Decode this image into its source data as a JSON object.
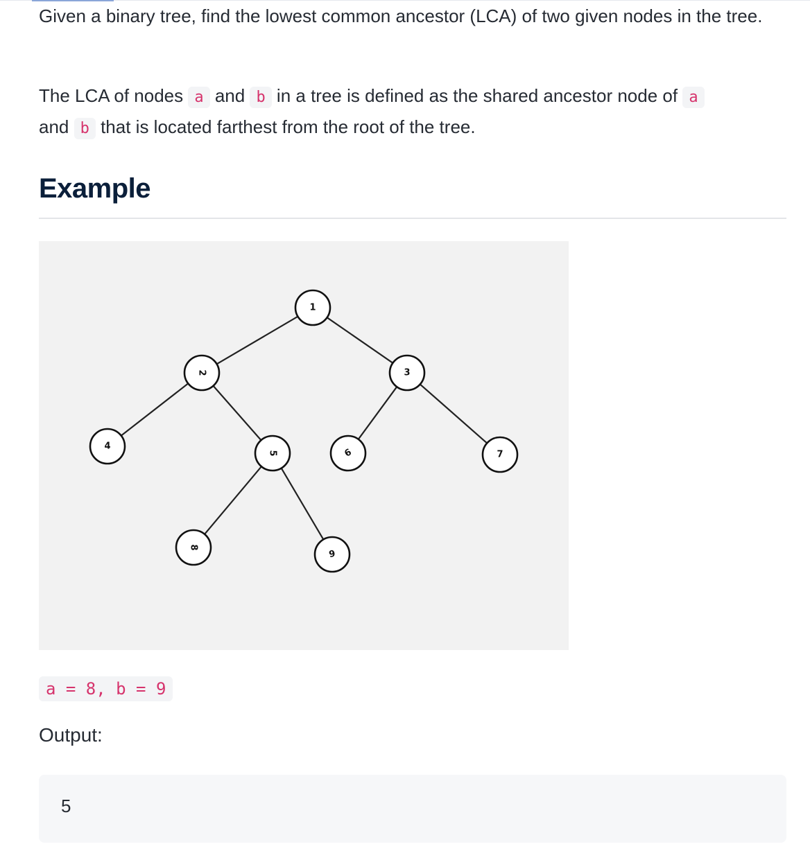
{
  "problem": {
    "intro": {
      "text": "Given a binary tree, find the lowest common ancestor (LCA) of two given nodes in the tree."
    },
    "definition": {
      "t1": "The LCA of nodes ",
      "c1": "a",
      "t2": " and ",
      "c2": "b",
      "t3": " in a tree is defined as the shared ancestor node of ",
      "c3": "a",
      "t4": " and ",
      "c4": "b",
      "t5": " that is located farthest from the root of the tree."
    }
  },
  "example": {
    "heading": "Example",
    "tree": {
      "nodes": [
        {
          "id": "n1",
          "label": "1"
        },
        {
          "id": "n2",
          "label": "2"
        },
        {
          "id": "n3",
          "label": "3"
        },
        {
          "id": "n4",
          "label": "4"
        },
        {
          "id": "n5",
          "label": "5"
        },
        {
          "id": "n6",
          "label": "6"
        },
        {
          "id": "n7",
          "label": "7"
        },
        {
          "id": "n8",
          "label": "8"
        },
        {
          "id": "n9",
          "label": "9"
        }
      ],
      "edges": [
        [
          "n1",
          "n2"
        ],
        [
          "n1",
          "n3"
        ],
        [
          "n2",
          "n4"
        ],
        [
          "n2",
          "n5"
        ],
        [
          "n3",
          "n6"
        ],
        [
          "n3",
          "n7"
        ],
        [
          "n5",
          "n8"
        ],
        [
          "n5",
          "n9"
        ]
      ]
    },
    "input": "a = 8, b = 9",
    "output_label": "Output:",
    "output_value": "5"
  },
  "colors": {
    "inline_code": "#d6336c",
    "heading": "#0b1f3a",
    "figure_bg": "#f2f2f2"
  }
}
